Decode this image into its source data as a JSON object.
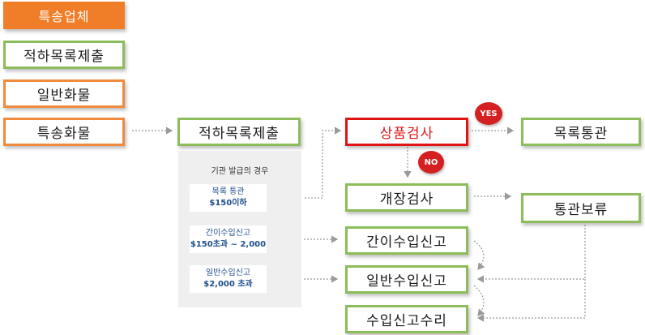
{
  "legend": {
    "title": "특송업체",
    "item_green": "적하목록제출",
    "item_orange1": "일반화물",
    "item_orange2": "특송화물"
  },
  "flow": {
    "submit": "적하목록제출",
    "inspection": "상품검사",
    "list_clearance": "목록통관",
    "open_inspection": "개장검사",
    "hold": "통관보류",
    "simple_import": "간이수입신고",
    "general_import": "일반수입신고",
    "import_accept": "수입신고수리"
  },
  "panel": {
    "heading": "기관 발급의 경우",
    "cards": [
      {
        "line1": "목록 통관",
        "line2": "$150이하"
      },
      {
        "line1": "간이수입신고",
        "line2": "$150초과 ~ 2,000"
      },
      {
        "line1": "일반수입신고",
        "line2": "$2,000 초과"
      }
    ]
  },
  "badges": {
    "yes": "YES",
    "no": "NO"
  },
  "colors": {
    "green": "#8cbd5a",
    "orange": "#f08a3c",
    "red": "#e01414",
    "title_bg": "#f07d27",
    "card_text": "#1f4e8c"
  }
}
